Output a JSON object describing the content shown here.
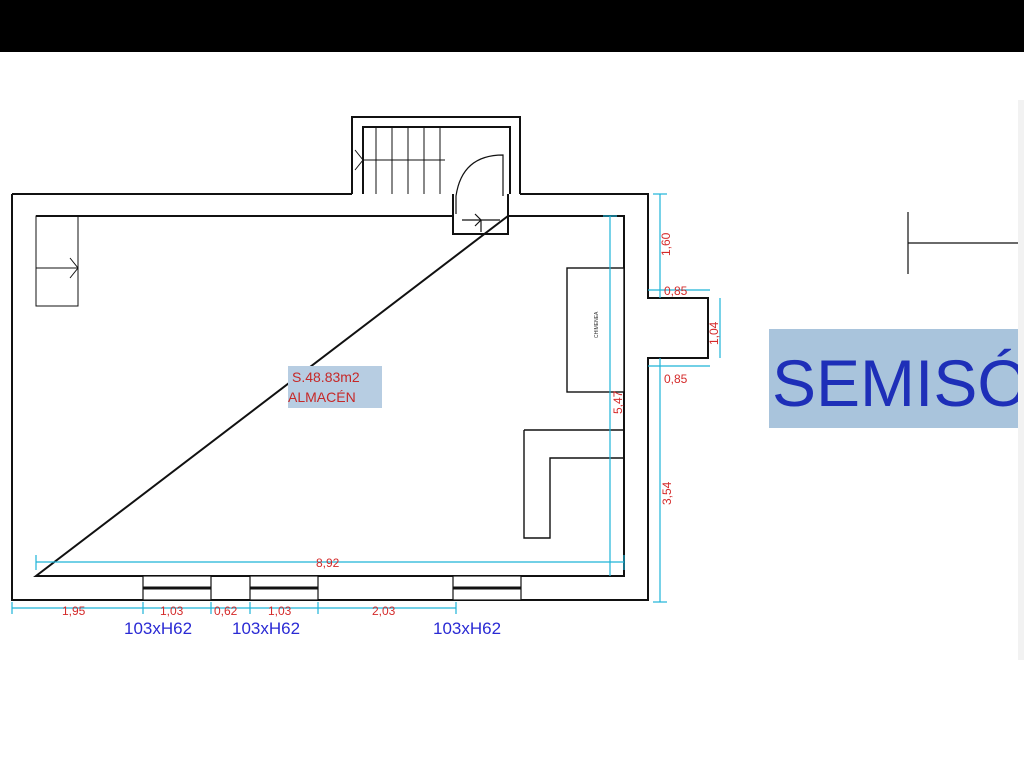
{
  "room": {
    "surface": "S.48.83m2",
    "name": "ALMACÉN",
    "chimney_label": "CHIMENEA"
  },
  "dimensions": {
    "total_width": "8,92",
    "height_right": "5,47",
    "top_right": "1,60",
    "chimney_top": "0,85",
    "chimney_depth": "1,04",
    "chimney_bottom": "0,85",
    "lower_right": "3,54",
    "bottom_segments": [
      "1,95",
      "1,03",
      "0,62",
      "1,03",
      "2,03"
    ]
  },
  "windows": [
    "103xH62",
    "103xH62",
    "103xH62"
  ],
  "level_title": "SEMISÓ",
  "colors": {
    "dimension_line": "#1eb4d8",
    "dimension_text": "#d42a2a",
    "window_text": "#2a2ad4",
    "title_bg": "#a9c4dc",
    "title_text": "#1e2fb8",
    "label_bg": "#b7cde2"
  }
}
